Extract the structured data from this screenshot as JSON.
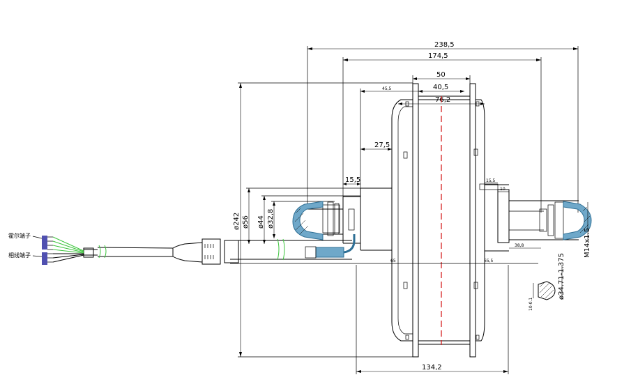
{
  "dimensions": {
    "d238_5": "238,5",
    "d174_5": "174,5",
    "d50": "50",
    "d40_5": "40,5",
    "d76_2": "76,2",
    "d45_5": "45,5",
    "d27_5": "27,5",
    "d15_5": "15,5",
    "d134_2": "134,2",
    "d242": "ø242",
    "d56": "ø56",
    "d44": "ø44",
    "d32_8": "ø32,8",
    "d15_5r": "15,5",
    "d10r": "10",
    "d38_8": "38,8",
    "d65": "65",
    "d65_5": "65,5",
    "thread": "M14x1.5",
    "shaft_dia": "ø34.71-1.375",
    "flat": "10-0.1"
  },
  "cable_labels": {
    "hall": "霍尔端子",
    "phase": "相线端子"
  },
  "colors": {
    "line": "#000000",
    "centerline": "#d62020",
    "nut": "#6fa8c9",
    "wire_green": "#3cc43c"
  }
}
